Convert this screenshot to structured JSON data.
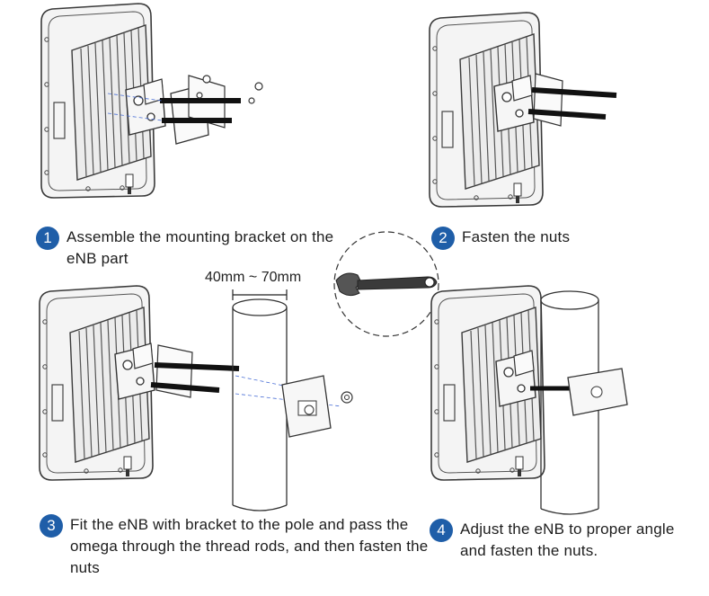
{
  "steps": [
    {
      "number": "1",
      "text": "Assemble the mounting bracket on the eNB part"
    },
    {
      "number": "2",
      "text": "Fasten the nuts"
    },
    {
      "number": "3",
      "text": "Fit the eNB with bracket to the pole and pass the omega through the thread rods, and then fasten the nuts"
    },
    {
      "number": "4",
      "text": "Adjust the eNB to proper angle and fasten the nuts."
    }
  ],
  "pole_dimension": "40mm ~ 70mm",
  "colors": {
    "badge": "#1f5ea8",
    "line": "#3a3a3a",
    "dashed_guide": "#4a6fd6"
  },
  "icons": [
    "wrench-icon"
  ]
}
